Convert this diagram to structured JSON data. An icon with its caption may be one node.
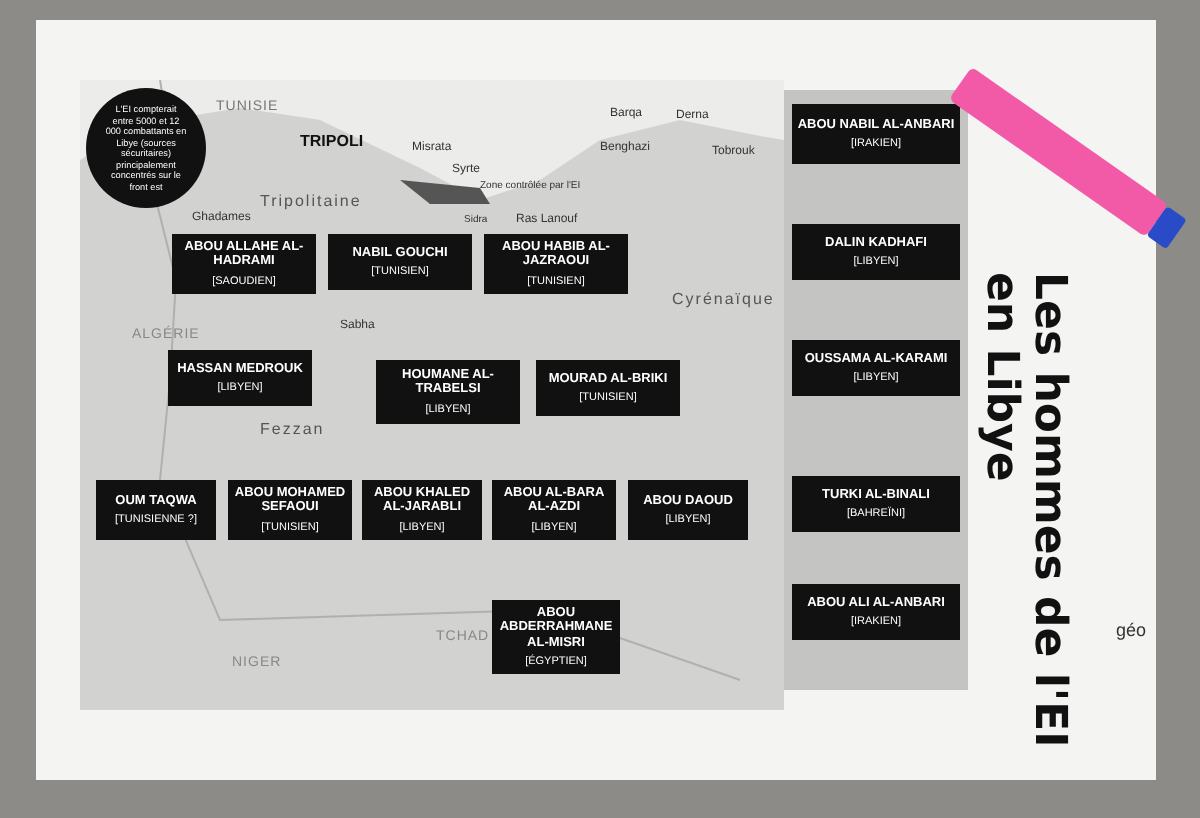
{
  "diagram": {
    "title": "Les hommes de l'EI en Libye",
    "nodes": [
      {
        "text": [
          "L'EI compterait entre 5000 et 12 000 combattants en Libye (sources sécuritaires) principalement concentrés sur le front est"
        ]
      },
      {
        "text": [
          "ABOU ALLAHE AL-HADRAMI",
          "[SAOUDIEN]"
        ]
      },
      {
        "text": [
          "NABIL GOUCHI",
          "[TUNISIEN]"
        ]
      },
      {
        "text": [
          "ABOU HABIB AL-JAZRAOUI",
          "[TUNISIEN]"
        ]
      },
      {
        "text": [
          "HASSAN MEDROUK",
          "[LIBYEN]"
        ]
      },
      {
        "text": [
          "HOUMANE AL-TRABELSI",
          "[LIBYEN]"
        ]
      },
      {
        "text": [
          "MOURAD AL-BRIKI",
          "[TUNISIEN]"
        ]
      },
      {
        "text": [
          "OUM TAQWA",
          "[TUNISIENNE ?]"
        ]
      },
      {
        "text": [
          "ABOU MOHAMED SEFAOUI",
          "[TUNISIEN]"
        ]
      },
      {
        "text": [
          "ABOU KHALED AL-JARABLI",
          "[LIBYEN]"
        ]
      },
      {
        "text": [
          "ABOU AL-BARA AL-AZDI",
          "[LIBYEN]"
        ]
      },
      {
        "text": [
          "ABOU DAOUD",
          "[LIBYEN]"
        ]
      },
      {
        "text": [
          "ABOU ABDERRAHMANE AL-MISRI",
          "[ÉGYPTIEN]"
        ]
      },
      {
        "text": [
          "ABOU NABIL AL-ANBARI",
          "[IRAKIEN]"
        ]
      },
      {
        "text": [
          "DALIN KADHAFI",
          "[LIBYEN]"
        ]
      },
      {
        "text": [
          "OUSSAMA AL-KARAMI",
          "[LIBYEN]"
        ]
      },
      {
        "text": [
          "TURKI AL-BINALI",
          "[BAHREÏNI]"
        ]
      },
      {
        "text": [
          "ABOU ALI AL-ANBARI",
          "[IRAKIEN]"
        ]
      }
    ],
    "labels": [
      "TUNISIE",
      "TRIPOLI",
      "Misrata",
      "Tripolitaine",
      "Ghadames",
      "Barqa",
      "Derna",
      "Benghazi",
      "Tobrouk",
      "Syrte",
      "Zone contrôlée par l'EI",
      "Sidra",
      "Ras Lanouf",
      "Cyrénaïque",
      "ALGÉRIE",
      "Sabha",
      "Fezzan",
      "NIGER",
      "TCHAD",
      "géo"
    ]
  }
}
